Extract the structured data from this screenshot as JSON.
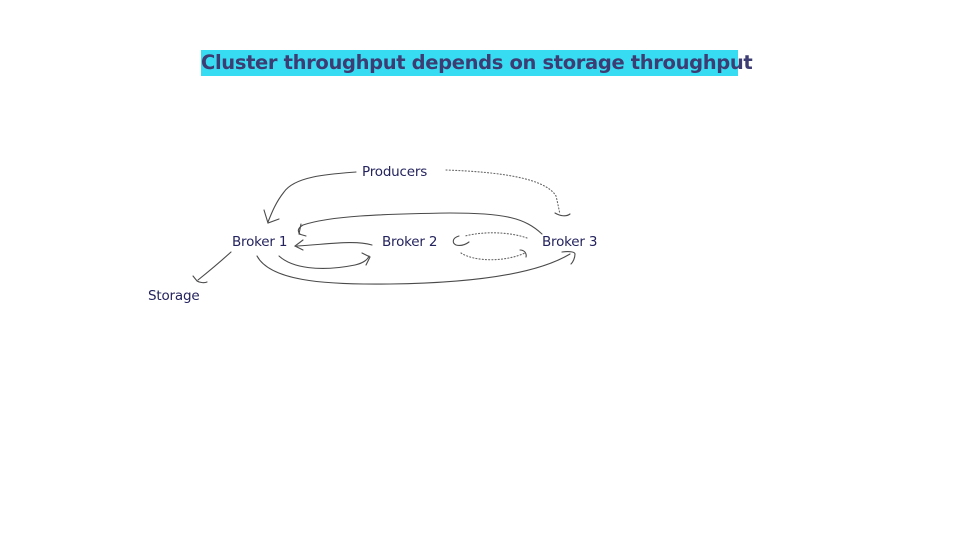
{
  "title": "Cluster throughput depends on storage throughput",
  "colors": {
    "title_background": "#37dcf2",
    "title_text": "#3d3c73",
    "node_text": "#24235e",
    "edge": "#4a4a4a"
  },
  "nodes": {
    "producers": "Producers",
    "broker1": "Broker 1",
    "broker2": "Broker 2",
    "broker3": "Broker 3",
    "storage": "Storage"
  },
  "edges": [
    {
      "from": "Producers",
      "to": "Broker 1",
      "style": "solid"
    },
    {
      "from": "Producers",
      "to": "Broker 3",
      "style": "dotted"
    },
    {
      "from": "Broker 3",
      "to": "Broker 1",
      "style": "solid"
    },
    {
      "from": "Broker 2",
      "to": "Broker 1",
      "style": "solid"
    },
    {
      "from": "Broker 1",
      "to": "Broker 2",
      "style": "solid"
    },
    {
      "from": "Broker 1",
      "to": "Broker 3",
      "style": "solid"
    },
    {
      "from": "Broker 3",
      "to": "Broker 2",
      "style": "dotted"
    },
    {
      "from": "Broker 2",
      "to": "Broker 3",
      "style": "dotted"
    },
    {
      "from": "Broker 1",
      "to": "Storage",
      "style": "solid"
    }
  ]
}
